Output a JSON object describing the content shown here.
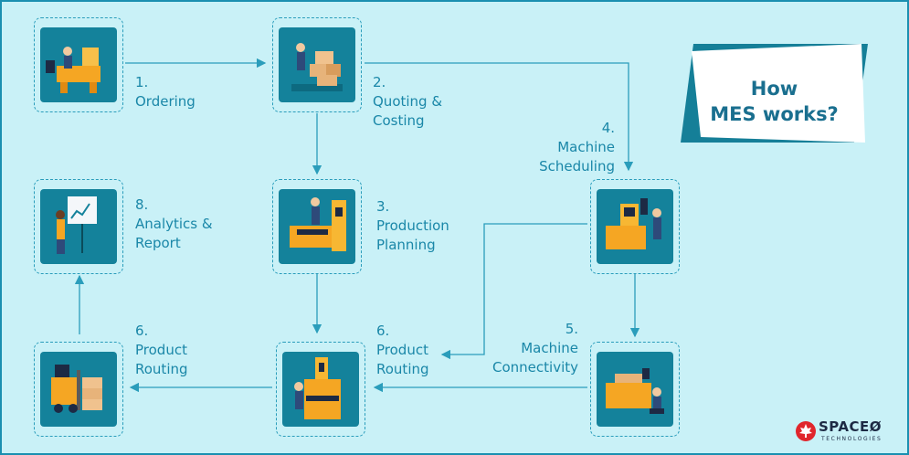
{
  "steps": [
    {
      "number": "1.",
      "label": "Ordering"
    },
    {
      "number": "2.",
      "label_line1": "Quoting &",
      "label_line2": "Costing"
    },
    {
      "number": "3.",
      "label_line1": "Production",
      "label_line2": "Planning"
    },
    {
      "number": "4.",
      "label_line1": "Machine",
      "label_line2": "Scheduling"
    },
    {
      "number": "5.",
      "label_line1": "Machine",
      "label_line2": "Connectivity"
    },
    {
      "number": "6.",
      "label_line1": "Product",
      "label_line2": "Routing"
    },
    {
      "number": "6.",
      "label_line1": "Product",
      "label_line2": "Routing"
    },
    {
      "number": "8.",
      "label_line1": "Analytics &",
      "label_line2": "Report"
    }
  ],
  "hero": {
    "line1": "How",
    "line2": "MES works?"
  },
  "brand": {
    "name": "SPACEØ",
    "tagline": "TECHNOLOGIES"
  },
  "colors": {
    "background": "#c9f1f7",
    "accent": "#1a87a8",
    "tile": "#14829b",
    "machine": "#f5a623",
    "brand_red": "#e0262c"
  }
}
